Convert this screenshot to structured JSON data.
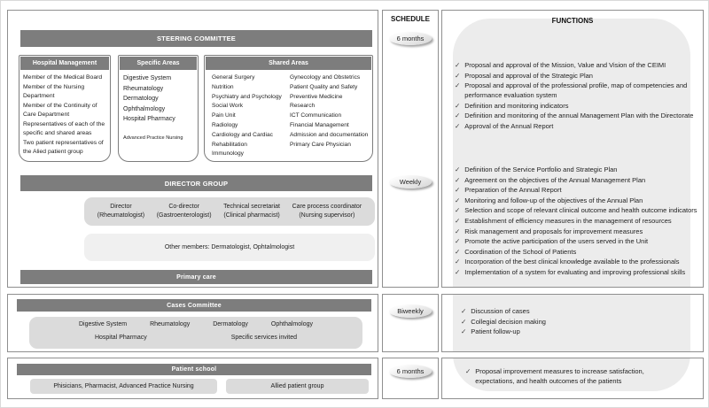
{
  "icons": {
    "check": "✓"
  },
  "titles": {
    "schedule": "SCHEDULE",
    "functions": "FUNCTIONS"
  },
  "steering_committee": {
    "header": "STEERING COMMITTEE",
    "hospital_management": {
      "header": "Hospital Management",
      "members": [
        "Member of the Medical Board",
        "Member of the Nursing Department",
        "Member of the Continuity of Care Department",
        "Representatives of each of the specific and shared areas",
        "Two patient representatives of the Alied patient group"
      ]
    },
    "specific_areas": {
      "header": "Specific Areas",
      "services": [
        "Digestive System",
        "Rheumatology",
        "Dermatology",
        "Ophthalmology",
        "Hospital Pharmacy"
      ],
      "small_service": "Advanced Practice Nursing"
    },
    "shared_areas": {
      "header": "Shared Areas",
      "column_left": [
        "General Surgery",
        "Nutrition",
        "Psychiatry and Psychology",
        "Social Work",
        "Pain Unit",
        "Radiology",
        "Cardiology and Cardiac Rehabilitation",
        "Immunology"
      ],
      "column_right": [
        "Gynecology and Obstetrics",
        "Patient Quality and Safety",
        "Preventive Medicine",
        "Research",
        "ICT Communication",
        "Financial Management",
        "Admission and documentation",
        "Primary Care Physician"
      ]
    }
  },
  "director_group": {
    "header": "DIRECTOR GROUP",
    "roles": [
      "Director\n(Rheumatologist)",
      "Co-director\n(Gastroenterologist)",
      "Technical secretariat\n(Clinical pharmacist)",
      "Care process coordinator\n(Nursing supervisor)"
    ],
    "other_members": "Other members: Dermatologist, Ophtalmologist"
  },
  "primary_care": {
    "header": "Primary care"
  },
  "cases_committee": {
    "header": "Cases Committee",
    "services_row1": [
      "Digestive System",
      "Rheumatology",
      "Dermatology",
      "Ophthalmology"
    ],
    "services_row2": [
      "Hospital Pharmacy",
      "Specific services invited"
    ]
  },
  "patient_school": {
    "header": "Patient school",
    "staff": "Phisicians, Pharmacist, Advanced Practice Nursing",
    "patients": "Allied patient group"
  },
  "schedule": {
    "steering": "6 months",
    "director": "Weekly",
    "cases": "Biweekly",
    "patient_school": "6 months"
  },
  "functions": {
    "steering": [
      "Proposal and approval of the Mission, Value and Vision of the CEIMI",
      "Proposal and approval of the Strategic Plan",
      "Proposal and approval of the professional profile, map of competencies and performance evaluation system",
      "Definition and monitoring indicators",
      "Definition and monitoring of the annual Management Plan with the Directorate",
      "Approval of the Annual Report"
    ],
    "director": [
      "Definition of the Service Portfolio and Strategic Plan",
      "Agreement on the objectives of the Annual Management Plan",
      "Preparation of the Annual Report",
      "Monitoring and follow-up of the objectives of the Annual Plan",
      "Selection and scope of relevant clinical outcome and health outcome indicators",
      "Establishment of efficiency measures in the management of resources",
      "Risk management and proposals for improvement measures",
      "Promote the active participation of the users served in the Unit",
      "Coordination of the School of Patients",
      "Incorporation of the best clinical knowledge available to the professionals",
      "Implementation of a system for evaluating and improving professional skills"
    ],
    "cases": [
      "Discussion of cases",
      "Collegial decision making",
      "Patient follow-up"
    ],
    "patient_school": [
      "Proposal improvement measures to increase satisfaction, expectations, and health outcomes of the patients"
    ]
  }
}
